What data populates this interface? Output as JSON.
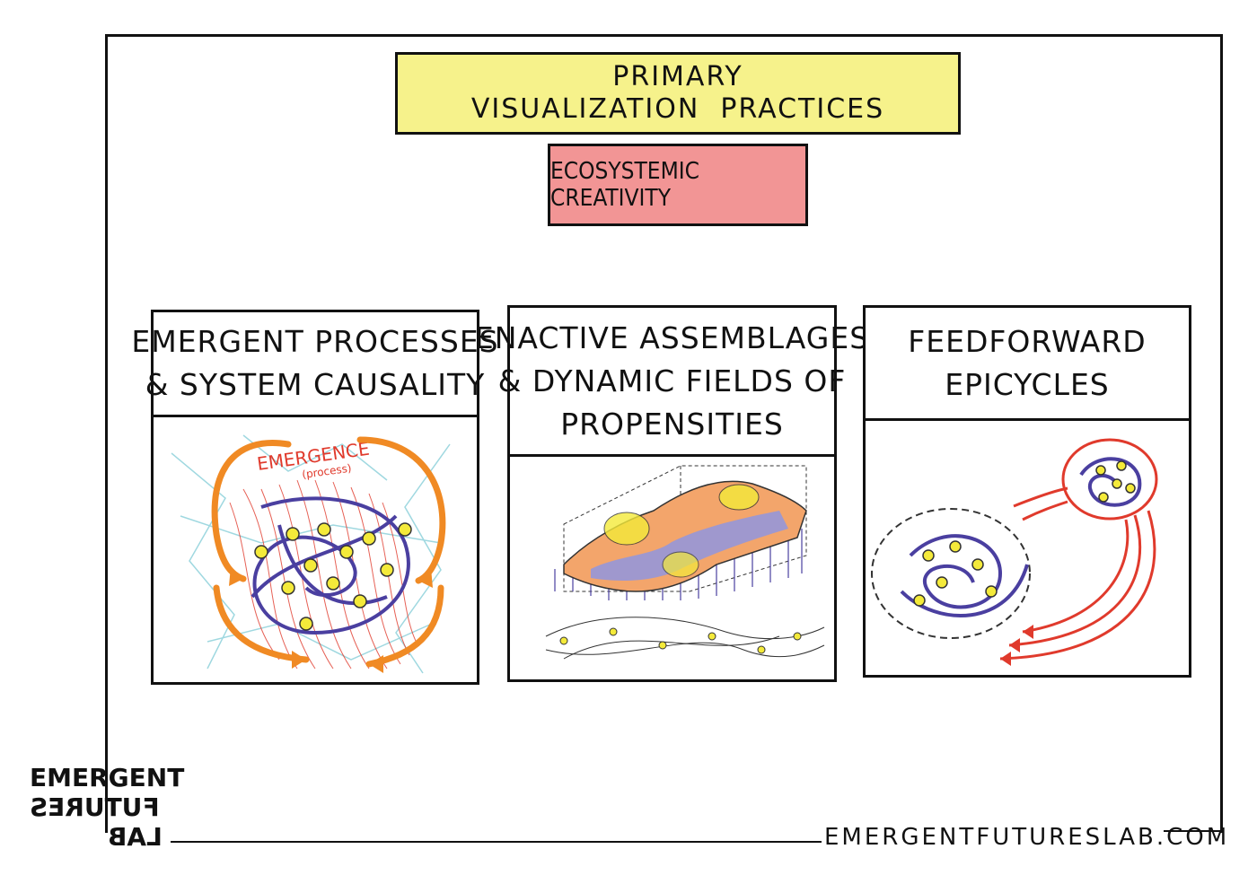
{
  "title": {
    "line1": "PRIMARY",
    "line2": "VISUALIZATION  PRACTICES",
    "color": "#f6f28b"
  },
  "subtitle": {
    "text": "ECOSYSTEMIC CREATIVITY",
    "color": "#f29595"
  },
  "panels": [
    {
      "lines": [
        "EMERGENT PROCESSES",
        "& SYSTEM CAUSALITY"
      ],
      "illustration": {
        "label_main": "EMERGENCE",
        "label_sub": "(process)"
      }
    },
    {
      "lines": [
        "ENACTIVE ASSEMBLAGES",
        "& DYNAMIC FIELDS OF",
        "PROPENSITIES"
      ]
    },
    {
      "lines": [
        "FEEDFORWARD",
        "EPICYCLES"
      ]
    }
  ],
  "logo": {
    "line1": "EMERGENT",
    "line2": "FUTURES",
    "line3": "LAB"
  },
  "footer": {
    "url": "EMERGENTFUTURESLAB.COM"
  },
  "colors": {
    "orange": "#f08a24",
    "red": "#e03a2c",
    "blue": "#4a3fa0",
    "yellow": "#f4ea3a",
    "cyan": "#9fd8e0"
  }
}
